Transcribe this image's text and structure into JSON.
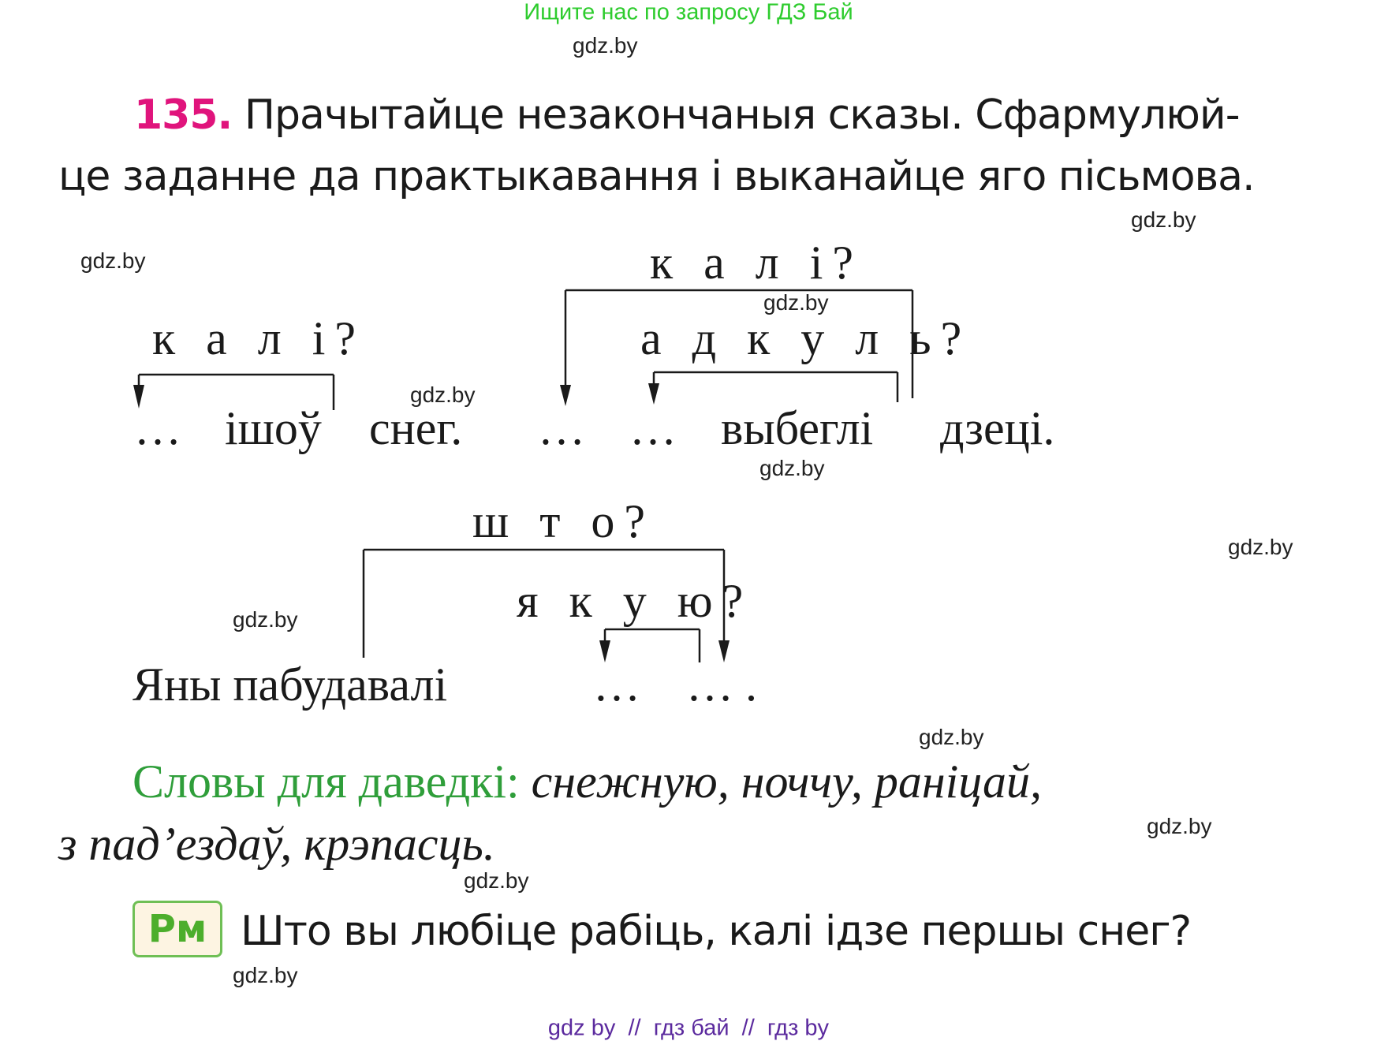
{
  "banner": {
    "text": "Ищите нас по запросу ГДЗ Бай",
    "color": "#2ecc2e"
  },
  "watermark": "gdz.by",
  "exercise": {
    "number": "135.",
    "number_color": "#e0147c",
    "line1": "Прачытайце незакончаныя сказы. Сфармулюй-",
    "line2": "це заданне да практыкавання і выканайце яго пісьмова."
  },
  "sentence1": {
    "questions": [
      "к а л і?",
      "к а л і?",
      "а д к у л ь?"
    ],
    "parts": [
      "…",
      "ішоў",
      "снег.",
      "…",
      "…",
      "выбеглі",
      "дзеці."
    ]
  },
  "sentence2": {
    "questions": [
      "ш т о?",
      "я к у ю?"
    ],
    "parts": [
      "Яны пабудавалі",
      "…",
      "… ."
    ]
  },
  "hint": {
    "label": "Словы для даведкі:",
    "label_color": "#2f9e3a",
    "words_line1": "снежную, ноччу, раніцай,",
    "words_line2": "з пад’ездаў, крэпасць."
  },
  "speech_task": {
    "badge": "Рм",
    "question": "Што вы любіце рабіць, калі ідзе першы снег?"
  },
  "footer": {
    "text": "gdz by  //  гдз бай  //  гдз by",
    "color": "#5b2a9e"
  }
}
